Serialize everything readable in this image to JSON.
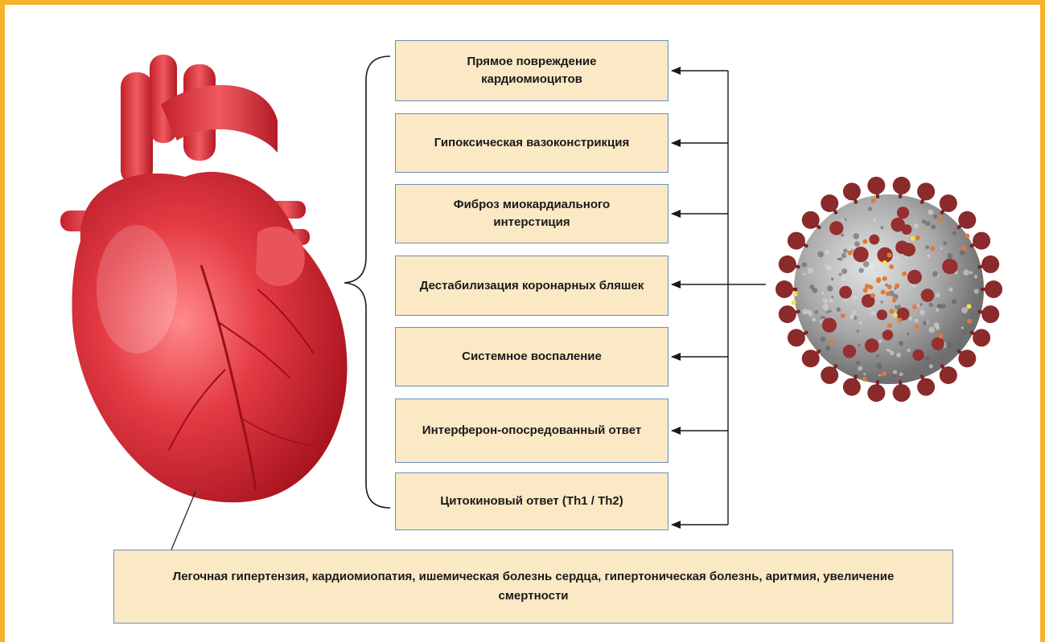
{
  "mechanisms": [
    {
      "label": "Прямое повреждение кардиомиоцитов"
    },
    {
      "label": "Гипоксическая вазоконстрикция"
    },
    {
      "label": "Фиброз миокардиального интерстиция"
    },
    {
      "label": "Дестабилизация коронарных бляшек"
    },
    {
      "label": "Системное воспаление"
    },
    {
      "label": "Интерферон-опосредованный ответ"
    },
    {
      "label": "Цитокиновый ответ (Th1 / Th2)"
    }
  ],
  "outcome": {
    "label": "Легочная гипертензия, кардиомиопатия, ишемическая болезнь сердца, гипертоническая болезнь, аритмия, увеличение смертности"
  },
  "colors": {
    "frame": "#f7b32a",
    "box_fill": "#fbe8c4",
    "box_border": "#6a90b8",
    "heart": "#d9303c",
    "virus_body": "#b9b9b9",
    "virus_spike": "#8a2a2a"
  },
  "icons": {
    "heart": "anatomical-heart-illustration",
    "virus": "coronavirus-illustration"
  }
}
